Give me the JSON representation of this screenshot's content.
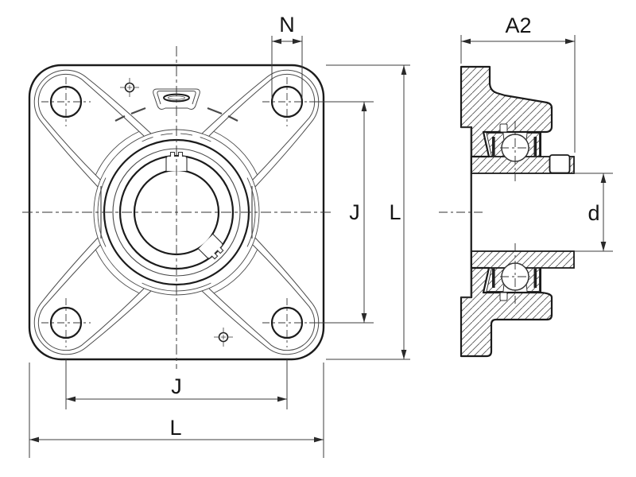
{
  "drawing": {
    "colors": {
      "background": "#ffffff",
      "bold_line": "#1b1b1b",
      "thin_line": "#4a4a4a",
      "dim_line": "#3c3c3c"
    },
    "views": {
      "front": "square-flange-front-view",
      "side": "sectional-side-view"
    },
    "dimension_labels": {
      "bolt_hole_diameter": "N",
      "unit_width": "A2",
      "bolt_spacing_vertical": "J",
      "flange_size_vertical": "L",
      "bolt_spacing_horizontal": "J",
      "flange_size_horizontal": "L",
      "bore_diameter": "d"
    }
  }
}
